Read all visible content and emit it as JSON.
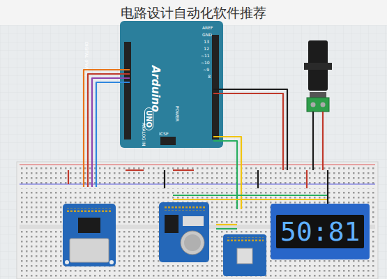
{
  "diagram": {
    "title": "电路设计自动化软件推荐",
    "nodes": [
      {
        "text": [
          "Arduino",
          "UNO"
        ]
      },
      {
        "text": [
          "50:81"
        ]
      }
    ],
    "labels": [
      "DIGITAL (PWM~)",
      "ANALOG IN",
      "POWER",
      "AREF",
      "GND",
      "13",
      "12",
      "~11",
      "~10",
      "~9",
      "8",
      "ICSP"
    ]
  }
}
